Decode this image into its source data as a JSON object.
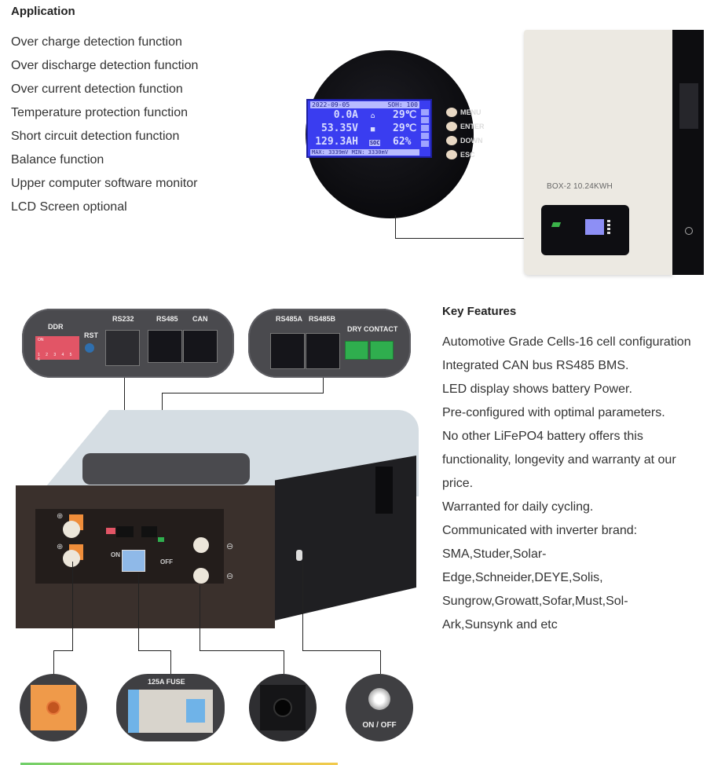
{
  "application": {
    "heading": "Application",
    "items": [
      "Over charge detection function",
      "Over discharge detection function",
      "Over current detection function",
      "Temperature protection function",
      "Short circuit detection function",
      "Balance function",
      "Upper computer software monitor",
      "LCD Screen optional"
    ]
  },
  "lcd": {
    "date": "2022-09-05",
    "soh": "SOH: 100",
    "current": "0.0A",
    "voltage": "53.35V",
    "capacity": "129.3AH",
    "temp1": "29℃",
    "temp2": "29℃",
    "soc": "62%",
    "soc_tag": "SOC",
    "minmax": "MAX: 3339mV  MIN: 3330mV",
    "buttons": [
      "MENU",
      "ENTER",
      "DOWN",
      "ESC"
    ]
  },
  "wall_unit": {
    "model_label": "BOX-2 10.24KWH"
  },
  "comm_panel_left": {
    "dip_label": "DDR",
    "dip_on": "ON",
    "dip_numbers": "1 2 3 4 5 6",
    "reset_label": "RST",
    "ports": [
      "RS232",
      "RS485",
      "CAN"
    ]
  },
  "comm_panel_right": {
    "ports": [
      "RS485A",
      "RS485B"
    ],
    "dry_contact_label": "DRY  CONTACT"
  },
  "main_unit": {
    "on_label": "ON",
    "off_label": "OFF",
    "positive_symbol": "⊕",
    "negative_symbol": "⊖"
  },
  "details": {
    "fuse_label": "125A FUSE",
    "switch_label": "ON / OFF"
  },
  "key_features": {
    "heading": "Key Features",
    "lines": [
      "Automotive Grade Cells-16 cell configuration",
      "Integrated CAN bus RS485 BMS.",
      "LED display shows battery Power.",
      "Pre-configured with optimal parameters.",
      "No other LiFePO4 battery offers this",
      "functionality, longevity and warranty at our",
      "price.",
      "Warranted for daily cycling.",
      "Communicated with inverter brand:",
      "SMA,Studer,Solar-",
      "Edge,Schneider,DEYE,Solis,",
      "Sungrow,Growatt,Sofar,Must,Sol-",
      "Ark,Sunsynk and etc"
    ]
  },
  "colors": {
    "lcd_blue": "#3a3df0",
    "terminal_orange": "#ef8d3a",
    "dry_contact_green": "#2fae4e",
    "dip_red": "#e25566"
  }
}
